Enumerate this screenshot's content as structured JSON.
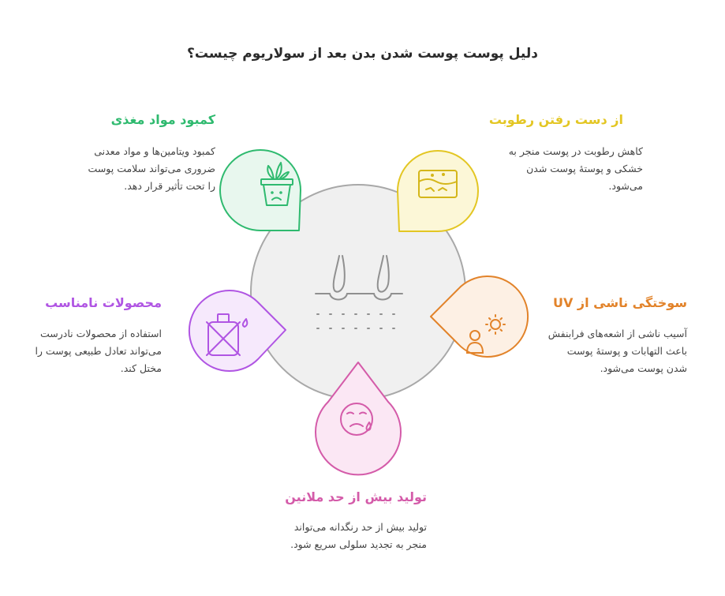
{
  "title": "دلیل پوست پوست شدن بدن بعد از سولاریوم چیست؟",
  "colors": {
    "green": "#2fba6f",
    "yellow": "#e3c623",
    "orange": "#e2832a",
    "pink": "#d45ba9",
    "purple": "#b055e3",
    "center": "#f0f0f0"
  },
  "items": {
    "nutrients": {
      "heading": "کمبود مواد مغذی",
      "lines": [
        "کمبود ویتامین‌ها و مواد معدنی",
        "ضروری می‌تواند سلامت پوست",
        "را تحت تأثیر قرار دهد."
      ],
      "icon": "plant-pot-sad-icon"
    },
    "moisture": {
      "heading": "از دست رفتن رطوبت",
      "lines": [
        "کاهش رطوبت در پوست منجر به",
        "خشکی و پوستهٔ پوست شدن",
        "می‌شود."
      ],
      "icon": "dry-skin-icon"
    },
    "products": {
      "heading": "محصولات نامناسب",
      "lines": [
        "استفاده از محصولات نادرست",
        "می‌تواند تعادل طبیعی پوست را",
        "مختل کند."
      ],
      "icon": "crossed-bottle-icon"
    },
    "uv": {
      "heading": "سوختگی ناشی از UV",
      "lines": [
        "آسیب ناشی از اشعه‌های فرابنفش",
        "باعث التهابات و پوستهٔ پوست",
        "شدن پوست می‌شود."
      ],
      "icon": "sun-person-icon"
    },
    "melanin": {
      "heading": "تولید بیش از حد ملانین",
      "lines": [
        "تولید بیش از حد رنگدانه می‌تواند",
        "منجر به تجدید سلولی سریع شود."
      ],
      "icon": "face-tear-icon"
    }
  },
  "center_icon": "hair-follicle-icon"
}
